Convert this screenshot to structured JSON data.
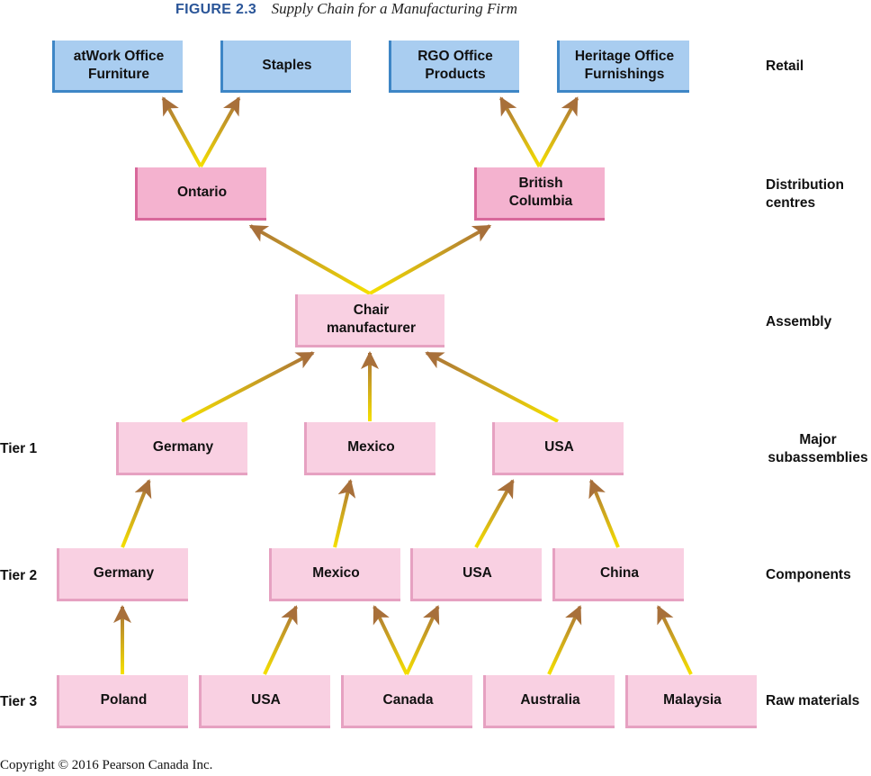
{
  "figure": {
    "number": "FIGURE 2.3",
    "title": "Supply Chain for a Manufacturing Firm"
  },
  "colors": {
    "retail_fill": "#a9cdf0",
    "distribution_fill": "#f4b2cf",
    "node_fill": "#f9d0e2",
    "arrow_start": "#f5e000",
    "arrow_end": "#a8703a"
  },
  "levels": {
    "retail": "Retail",
    "distribution": "Distribution\ncentres",
    "assembly": "Assembly",
    "subassemblies": "Major\nsubassemblies",
    "components": "Components",
    "raw": "Raw materials"
  },
  "tiers": {
    "t1": "Tier 1",
    "t2": "Tier 2",
    "t3": "Tier 3"
  },
  "nodes": {
    "retail_atwork": "atWork Office\nFurniture",
    "retail_staples": "Staples",
    "retail_rgo": "RGO Office\nProducts",
    "retail_heritage": "Heritage Office\nFurnishings",
    "dc_ontario": "Ontario",
    "dc_bc": "British\nColumbia",
    "assembly_chair": "Chair\nmanufacturer",
    "t1_germany": "Germany",
    "t1_mexico": "Mexico",
    "t1_usa": "USA",
    "t2_germany": "Germany",
    "t2_mexico": "Mexico",
    "t2_usa": "USA",
    "t2_china": "China",
    "t3_poland": "Poland",
    "t3_usa": "USA",
    "t3_canada": "Canada",
    "t3_australia": "Australia",
    "t3_malaysia": "Malaysia"
  },
  "flows": [
    [
      "dc_ontario",
      "retail_atwork"
    ],
    [
      "dc_ontario",
      "retail_staples"
    ],
    [
      "dc_bc",
      "retail_rgo"
    ],
    [
      "dc_bc",
      "retail_heritage"
    ],
    [
      "assembly_chair",
      "dc_ontario"
    ],
    [
      "assembly_chair",
      "dc_bc"
    ],
    [
      "t1_germany",
      "assembly_chair"
    ],
    [
      "t1_mexico",
      "assembly_chair"
    ],
    [
      "t1_usa",
      "assembly_chair"
    ],
    [
      "t2_germany",
      "t1_germany"
    ],
    [
      "t2_mexico",
      "t1_mexico"
    ],
    [
      "t2_usa",
      "t1_usa"
    ],
    [
      "t2_china",
      "t1_usa"
    ],
    [
      "t3_poland",
      "t2_germany"
    ],
    [
      "t3_usa",
      "t2_mexico"
    ],
    [
      "t3_canada",
      "t2_mexico"
    ],
    [
      "t3_canada",
      "t2_usa"
    ],
    [
      "t3_australia",
      "t2_china"
    ],
    [
      "t3_malaysia",
      "t2_china"
    ]
  ],
  "copyright": "Copyright © 2016 Pearson Canada Inc."
}
